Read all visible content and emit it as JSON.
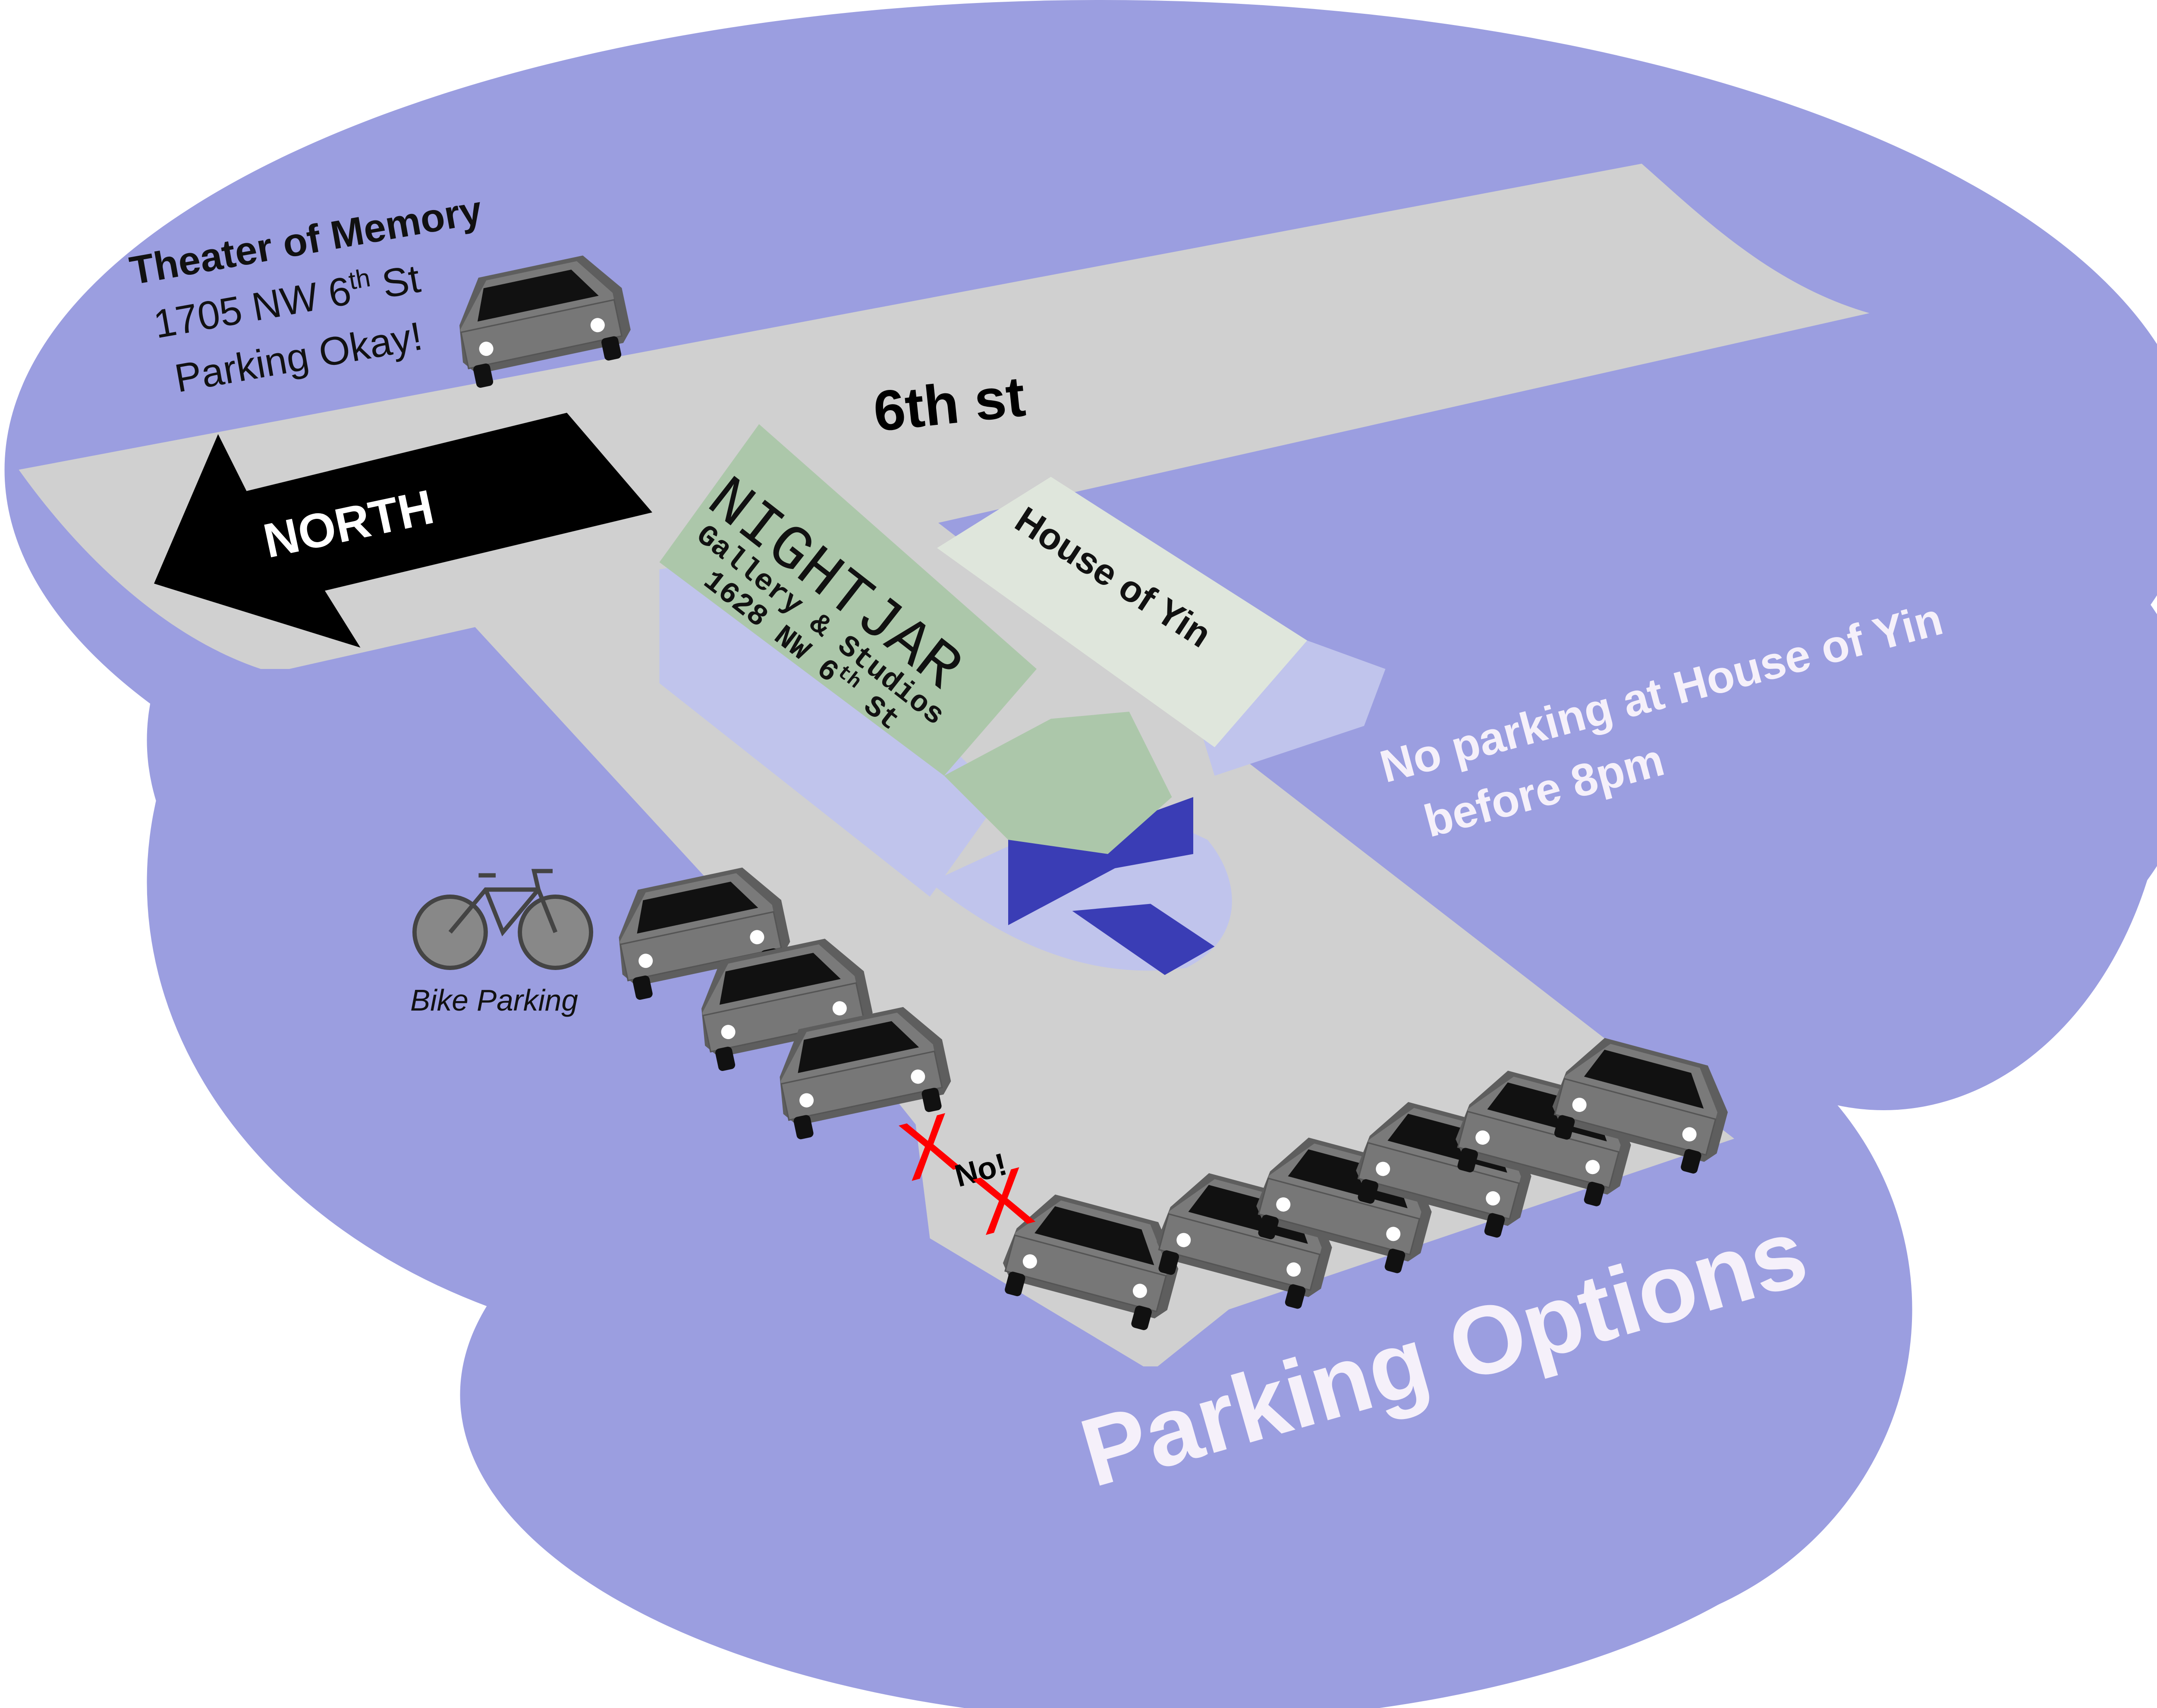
{
  "colors": {
    "ground": "#9b9ee0",
    "road": "#d0d0d0",
    "nightjar_roof": "#acc7aa",
    "house_roof": "#dfe6dc",
    "wall_light": "#c0c4ec",
    "wall_dark": "#3a3db5",
    "car_body": "#767676",
    "car_window": "#111111",
    "no_mark": "#ff0000",
    "label_light": "#f5f0fa",
    "arrow": "#000000"
  },
  "theater": {
    "name": "Theater of Memory",
    "address_num": "1705 NW 6",
    "address_sup": "th",
    "address_st": " St",
    "parking_note": "Parking Okay!"
  },
  "street": {
    "label": "6th st"
  },
  "north_arrow": {
    "label": "NORTH"
  },
  "nightjar": {
    "name": "NIGHTJAR",
    "subtitle": "Gallery & Studios",
    "address_num": "1628 NW 6",
    "address_sup": "th",
    "address_st": " St"
  },
  "house_of_yin": {
    "name": "House of Yin"
  },
  "notice": {
    "line1": "No parking at House of Yin",
    "line2": "before 8pm"
  },
  "bike": {
    "label": "Bike Parking",
    "icon": "bicycle-icon"
  },
  "no_parking_mark": {
    "x1": "X",
    "word": "No!",
    "x2": "X"
  },
  "parking_title": "Parking Options",
  "icons": [
    "car-icon",
    "bicycle-icon",
    "north-arrow-icon"
  ]
}
